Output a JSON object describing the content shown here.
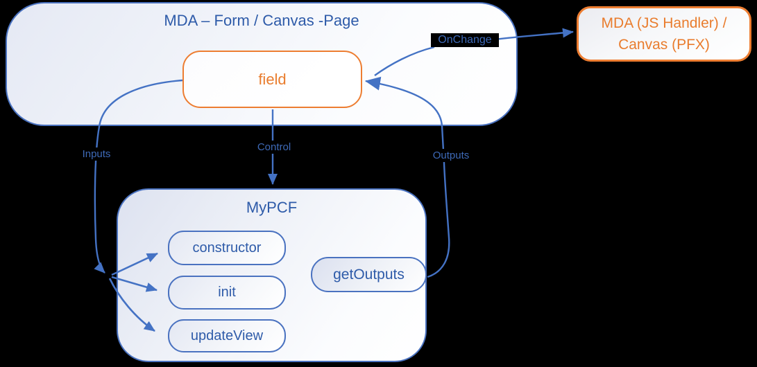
{
  "diagram": {
    "background_color": "#000000",
    "accent_blue_stroke": "#4472C4",
    "accent_blue_text": "#2E5BA9",
    "accent_orange": "#ED7D31",
    "nodes": {
      "form_page": {
        "title": "MDA – Form / Canvas -Page"
      },
      "field": {
        "label": "field"
      },
      "handler": {
        "line1": "MDA (JS Handler) /",
        "line2": "Canvas (PFX)"
      },
      "mypcf": {
        "title": "MyPCF",
        "methods": [
          "constructor",
          "init",
          "updateView"
        ],
        "get_outputs_label": "getOutputs"
      }
    },
    "connectors": {
      "onchange_label": "OnChange",
      "inputs_label": "Inputs",
      "control_label": "Control",
      "outputs_label": "Outputs"
    }
  }
}
